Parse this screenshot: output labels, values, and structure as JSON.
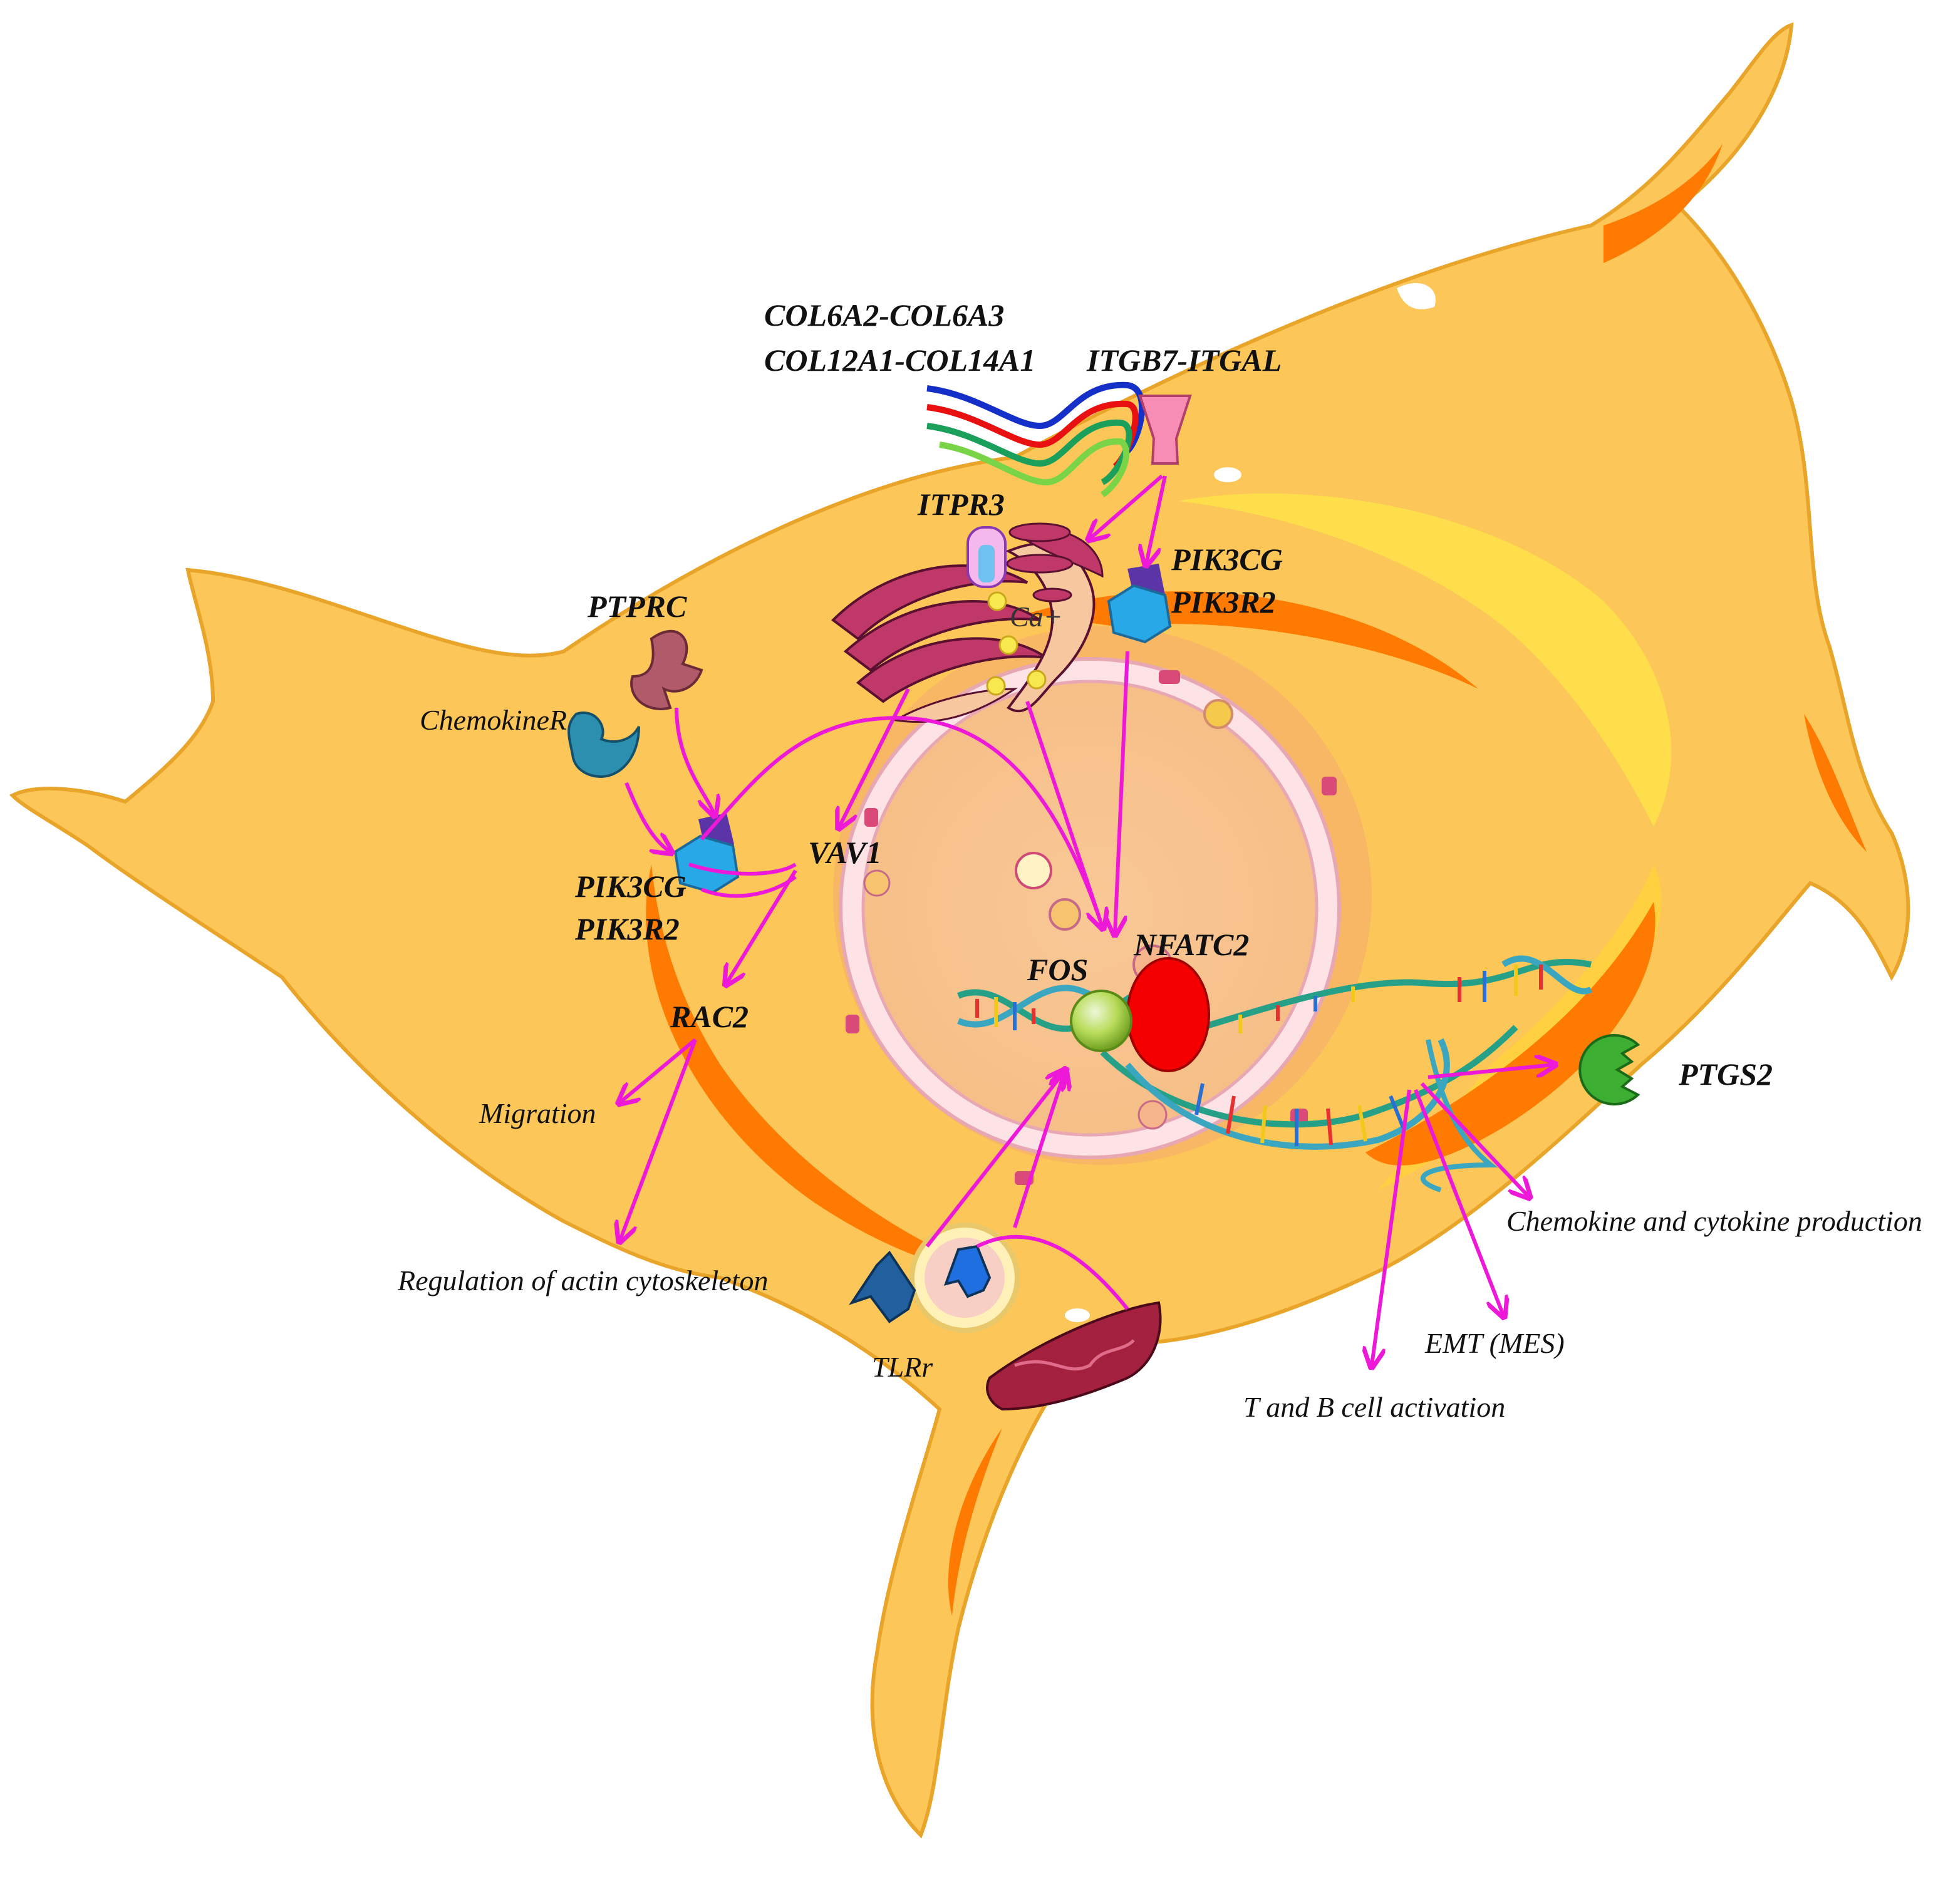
{
  "labels": {
    "collagen_line1": "COL6A2-COL6A3",
    "collagen_line2": "COL12A1-COL14A1",
    "integrin": "ITGB7-ITGAL",
    "itpr3": "ITPR3",
    "ca": "Ca+",
    "pik_top_1": "PIK3CG",
    "pik_top_2": "PIK3R2",
    "ptprc": "PTPRC",
    "chemokine_receptor": "ChemokineR",
    "vav1": "VAV1",
    "pik_left_1": "PIK3CG",
    "pik_left_2": "PIK3R2",
    "rac2": "RAC2",
    "nfatc2": "NFATC2",
    "fos": "FOS",
    "ptgs2": "PTGS2",
    "migration": "Migration",
    "actin": "Regulation of actin cytoskeleton",
    "chemokine_cytokine": "Chemokine and cytokine production",
    "emt": "EMT (MES)",
    "tb_activation": "T and B cell activation",
    "tlr": "TLRr"
  },
  "colors": {
    "cell_body": "#fcc659",
    "cell_outline": "#e8a52a",
    "nucleus": "#f9c995",
    "nuclear_envelope": "#fde2e6",
    "orange_band": "#ff7a00",
    "arrow": "#ee18d8",
    "collagen_blue": "#1530c8",
    "collagen_red": "#e81010",
    "collagen_teal": "#1aa05a",
    "collagen_green": "#7ad448",
    "integrin": "#f78db5",
    "pi3k_hex": "#29a8e8",
    "pi3k_cap": "#5b35a8",
    "ptprc": "#b05a6a",
    "chemokine_receptor": "#2d8fb0",
    "nfatc2": "#f40000",
    "fos": "#a6d24a",
    "ptgs2": "#3cae32",
    "tlr": "#215f9e",
    "golgi": "#b03060",
    "mitochondrion": "#9a1b3a"
  }
}
